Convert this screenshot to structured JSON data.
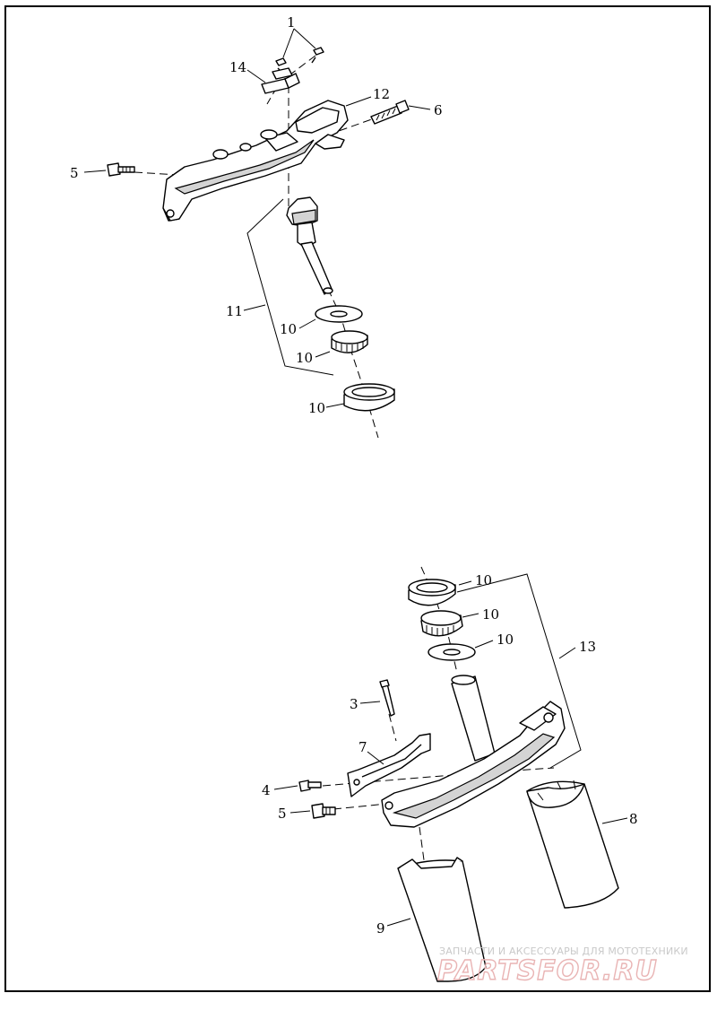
{
  "callouts": {
    "c1": "1",
    "c14": "14",
    "c12": "12",
    "c6": "6",
    "c5_top": "5",
    "c11": "11",
    "c10_washer_top": "10",
    "c10_bearing_top": "10",
    "c10_race_top": "10",
    "c10_race_bot": "10",
    "c10_bearing_bot": "10",
    "c10_washer_bot": "10",
    "c13": "13",
    "c3": "3",
    "c7": "7",
    "c4": "4",
    "c5_bot": "5",
    "c8": "8",
    "c9": "9"
  },
  "watermark": {
    "caption": "ЗАПЧАСТИ И АКСЕССУАРЫ ДЛЯ МОТОТЕХНИКИ",
    "brand": "PARTSFOR.RU"
  }
}
